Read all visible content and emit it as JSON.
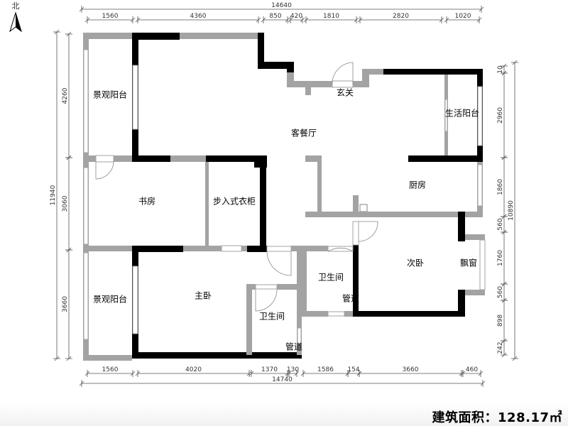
{
  "compass": {
    "north_label": "北"
  },
  "rooms": {
    "balcony_top_left": "景观阳台",
    "living_dining": "客餐厅",
    "entrance": "玄关",
    "utility_balcony": "生活阳台",
    "study": "书房",
    "walk_in_closet": "步入式衣柜",
    "kitchen": "厨房",
    "second_bedroom": "次卧",
    "bay_window": "飘窗",
    "bathroom_public": "卫生间",
    "pipe_1": "管道",
    "balcony_bottom_left": "景观阳台",
    "master_bedroom": "主卧",
    "bathroom_master": "卫生间",
    "pipe_2": "管道"
  },
  "dimensions": {
    "top_total": "14640",
    "top": [
      "1560",
      "4360",
      "850",
      "420",
      "1810",
      "2820",
      "1020"
    ],
    "bottom_total": "14740",
    "bottom": [
      "1560",
      "4020",
      "1370",
      "130",
      "1586",
      "154",
      "3660",
      "460"
    ],
    "left_total": "11940",
    "left": [
      "4260",
      "3060",
      "3660"
    ],
    "right_total": "10890",
    "right": [
      "10",
      "2960",
      "1860",
      "560",
      "1760",
      "560",
      "898",
      "242"
    ]
  },
  "area_label": "建筑面积：128.17㎡"
}
